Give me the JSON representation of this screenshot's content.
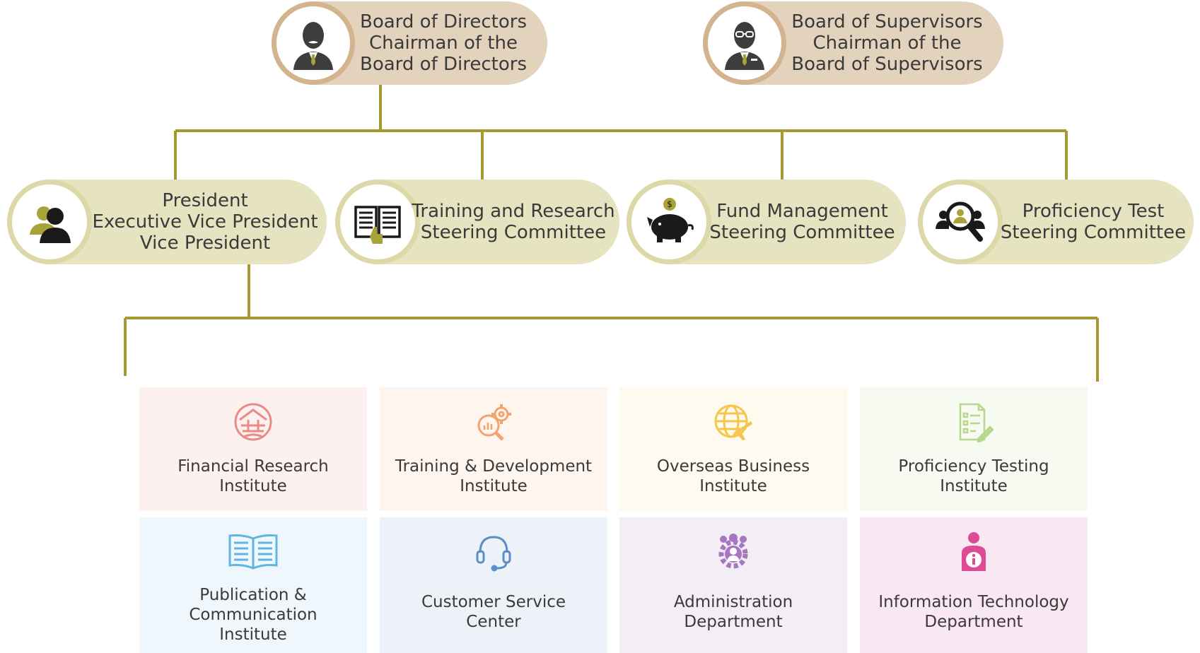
{
  "leadership": {
    "directors": {
      "icon": "businessman-icon",
      "lines": [
        "Board of Directors",
        "Chairman of the",
        "Board of Directors"
      ]
    },
    "supervisors": {
      "icon": "businessman-glasses-icon",
      "lines": [
        "Board of Supervisors",
        "Chairman of the",
        "Board of Supervisors"
      ]
    }
  },
  "executives": {
    "president": {
      "icon": "users-pair-icon",
      "lines": [
        "President",
        "Executive Vice President",
        "Vice President"
      ]
    },
    "training_committee": {
      "icon": "open-book-pointer-icon",
      "lines": [
        "Training and Research",
        "Steering Committee"
      ]
    },
    "fund_committee": {
      "icon": "piggy-bank-icon",
      "lines": [
        "Fund Management",
        "Steering Committee"
      ]
    },
    "proficiency_committee": {
      "icon": "user-search-icon",
      "lines": [
        "Proficiency Test",
        "Steering Committee"
      ]
    }
  },
  "departments": [
    {
      "icon": "globe-building-icon",
      "lines": [
        "Financial Research",
        "Institute"
      ]
    },
    {
      "icon": "chart-gear-icon",
      "lines": [
        "Training & Development",
        "Institute"
      ]
    },
    {
      "icon": "globe-plane-icon",
      "lines": [
        "Overseas Business",
        "Institute"
      ]
    },
    {
      "icon": "checklist-pencil-icon",
      "lines": [
        "Proficiency Testing",
        "Institute"
      ]
    },
    {
      "icon": "open-book-icon",
      "lines": [
        "Publication &",
        "Communication",
        "Institute"
      ]
    },
    {
      "icon": "headset-icon",
      "lines": [
        "Customer Service",
        "Center"
      ]
    },
    {
      "icon": "team-gear-icon",
      "lines": [
        "Administration",
        "Department"
      ]
    },
    {
      "icon": "person-info-icon",
      "lines": [
        "Information Technology",
        "Department"
      ]
    }
  ],
  "colors": {
    "connector": "#a49a2f",
    "leadership_pill": "#e3d3bc",
    "leadership_ring": "#d4b48f",
    "executive_pill": "#e6e3c0",
    "executive_ring": "#dcd8a8",
    "text": "#3a3a3a",
    "department_backgrounds": [
      "#fdf1ef",
      "#fef5ee",
      "#fefaf0",
      "#f7faf1",
      "#eff7fc",
      "#edf2f8",
      "#f3eef6",
      "#f9e8f1"
    ],
    "department_icons": [
      "#e88a86",
      "#f2a36f",
      "#f5c64a",
      "#b7d68e",
      "#5fb6e0",
      "#5a8fc8",
      "#a676c0",
      "#df4a97"
    ]
  }
}
